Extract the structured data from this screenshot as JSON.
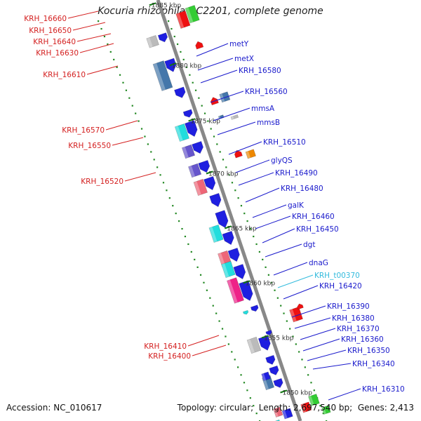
{
  "title": "Kocuria rhizophila DC2201, complete genome",
  "accession_label": "Accession:",
  "accession": "NC_010617",
  "topology_label": "Topology:",
  "topology": "circular",
  "length_label": "Length:",
  "length": "2,697,540 bp",
  "genes_label": "Genes:",
  "genes": "2,413",
  "colors": {
    "forward_label": "#1a1acc",
    "reverse_label": "#d42020",
    "trna_label": "#33bbdd",
    "backbone": "#888888",
    "gene_blue": "#1f1fe0",
    "gene_red": "#ee1111",
    "gene_green": "#33cc33",
    "gene_cyan": "#22dddd",
    "gene_steel": "#4477aa",
    "gene_pink": "#ee6677",
    "gene_magenta": "#ee2288",
    "gene_orange": "#ee8800",
    "gene_violet": "#6655cc",
    "gene_gray": "#bbbbbb",
    "tick_green": "#228822"
  },
  "scale_ticks": [
    "1885 kbp",
    "1880 kbp",
    "1875 kbp",
    "1870 kbp",
    "1865 kbp",
    "1860 kbp",
    "1855 kbp",
    "1850 kbp"
  ],
  "forward_labels": [
    "metY",
    "metX",
    "KRH_16580",
    "KRH_16560",
    "mmsA",
    "mmsB",
    "KRH_16510",
    "glyQS",
    "KRH_16490",
    "KRH_16480",
    "galK",
    "KRH_16460",
    "KRH_16450",
    "dgt",
    "dnaG",
    "KRH_t00370",
    "KRH_16420",
    "KRH_16390",
    "KRH_16380",
    "KRH_16370",
    "KRH_16360",
    "KRH_16350",
    "KRH_16340",
    "KRH_16310"
  ],
  "reverse_labels": [
    "KRH_16660",
    "KRH_16650",
    "KRH_16640",
    "KRH_16630",
    "KRH_16610",
    "KRH_16570",
    "KRH_16550",
    "KRH_16520",
    "KRH_16410",
    "KRH_16400"
  ]
}
